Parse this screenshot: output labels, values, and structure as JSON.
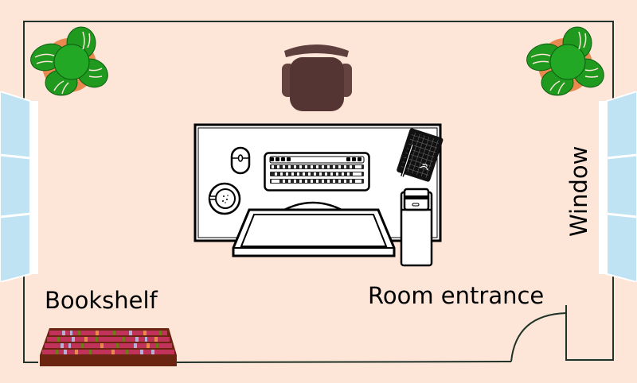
{
  "diagram": {
    "type": "room floor plan",
    "background_color": "#fde5d8",
    "wall_color": "#1f3328",
    "labels": {
      "bookshelf": "Bookshelf",
      "entrance": "Room entrance",
      "window": "Window"
    },
    "objects": [
      {
        "name": "plant",
        "position": "top-left corner"
      },
      {
        "name": "plant",
        "position": "top-right corner"
      },
      {
        "name": "office chair",
        "position": "top center"
      },
      {
        "name": "desk",
        "position": "center"
      },
      {
        "name": "mouse",
        "position": "on desk, left"
      },
      {
        "name": "keyboard",
        "position": "on desk, center"
      },
      {
        "name": "coffee cup",
        "position": "on desk, left"
      },
      {
        "name": "monitor",
        "position": "on desk, front"
      },
      {
        "name": "tablet with stylus",
        "position": "on desk, right"
      },
      {
        "name": "computer tower",
        "position": "right of desk"
      },
      {
        "name": "window",
        "position": "left wall"
      },
      {
        "name": "window",
        "position": "right wall"
      },
      {
        "name": "bookshelf",
        "position": "bottom-left"
      },
      {
        "name": "door",
        "position": "bottom-right"
      }
    ],
    "colors": {
      "plant_leaf": "#1f9a1f",
      "plant_pot": "#e8894f",
      "chair": "#5a3a38",
      "window_glass": "#bfe3f2",
      "bookshelf": "#6b2410",
      "book_main": "#c0325a"
    }
  }
}
